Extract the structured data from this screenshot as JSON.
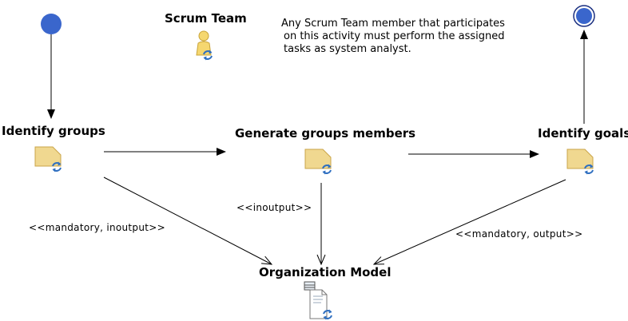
{
  "role": {
    "name": "Scrum Team"
  },
  "note": {
    "lines": [
      "Any Scrum Team member that participates",
      "on this activity must perform the assigned",
      "tasks as system analyst."
    ]
  },
  "activities": [
    {
      "name": "Identify groups"
    },
    {
      "name": "Generate groups members"
    },
    {
      "name": "Identify goals"
    }
  ],
  "artifact": {
    "name": "Organization Model"
  },
  "relations": [
    {
      "label": "<<mandatory, inoutput>>"
    },
    {
      "label": "<<inoutput>>"
    },
    {
      "label": "<<mandatory, output>>"
    }
  ],
  "colors": {
    "start_node": "#3a66cc",
    "end_node": "#3a66cc",
    "task_icon": "#f0d890",
    "cycle_icon": "#2f6fc0",
    "person_icon": "#f5d770"
  },
  "icons": {
    "role": "person-cycle-icon",
    "task": "task-cycle-icon",
    "artifact": "document-cycle-icon"
  }
}
